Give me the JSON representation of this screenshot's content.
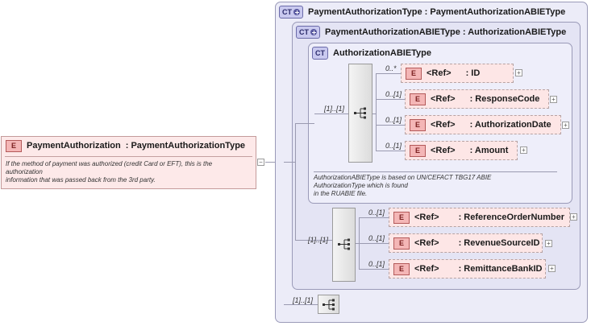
{
  "root": {
    "badge": "E",
    "name": "PaymentAuthorization",
    "type": ": PaymentAuthorizationType",
    "description": [
      "If the method of payment was authorized (credit Card or EFT), this is the",
      "authorization",
      "information that was passed back from the 3rd party."
    ],
    "collapse": "−"
  },
  "outer": {
    "badge": "CT",
    "title": "PaymentAuthorizationType : PaymentAuthorizationABIEType"
  },
  "middle": {
    "badge": "CT",
    "title": "PaymentAuthorizationABIEType : AuthorizationABIEType"
  },
  "inner": {
    "badge": "CT",
    "title": "AuthorizationABIEType",
    "seq_card": "[1]..[1]",
    "description": [
      "AuthorizationABIEType is based on UN/CEFACT TBG17 ABIE",
      "AuthorizationType which is found",
      "in the RUABIE file."
    ],
    "elements": [
      {
        "card": "0..*",
        "badge": "E",
        "ref": "<Ref>",
        "name": ": ID",
        "expand": "+"
      },
      {
        "card": "0..[1]",
        "badge": "E",
        "ref": "<Ref>",
        "name": ": ResponseCode",
        "expand": "+"
      },
      {
        "card": "0..[1]",
        "badge": "E",
        "ref": "<Ref>",
        "name": ": AuthorizationDate",
        "expand": "+"
      },
      {
        "card": "0..[1]",
        "badge": "E",
        "ref": "<Ref>",
        "name": ": Amount",
        "expand": "+"
      }
    ]
  },
  "middle_seq": {
    "seq_card": "[1]..[1]",
    "elements": [
      {
        "card": "0..[1]",
        "badge": "E",
        "ref": "<Ref>",
        "name": ": ReferenceOrderNumber",
        "expand": "+"
      },
      {
        "card": "0..[1]",
        "badge": "E",
        "ref": "<Ref>",
        "name": ": RevenueSourceID",
        "expand": "+"
      },
      {
        "card": "0..[1]",
        "badge": "E",
        "ref": "<Ref>",
        "name": ": RemittanceBankID",
        "expand": "+"
      }
    ]
  },
  "outer_seq": {
    "seq_card": "[1]..[1]"
  },
  "icons": {
    "sequence": "sequence-icon",
    "complex_type": "complex-type-icon",
    "element": "element-icon"
  }
}
